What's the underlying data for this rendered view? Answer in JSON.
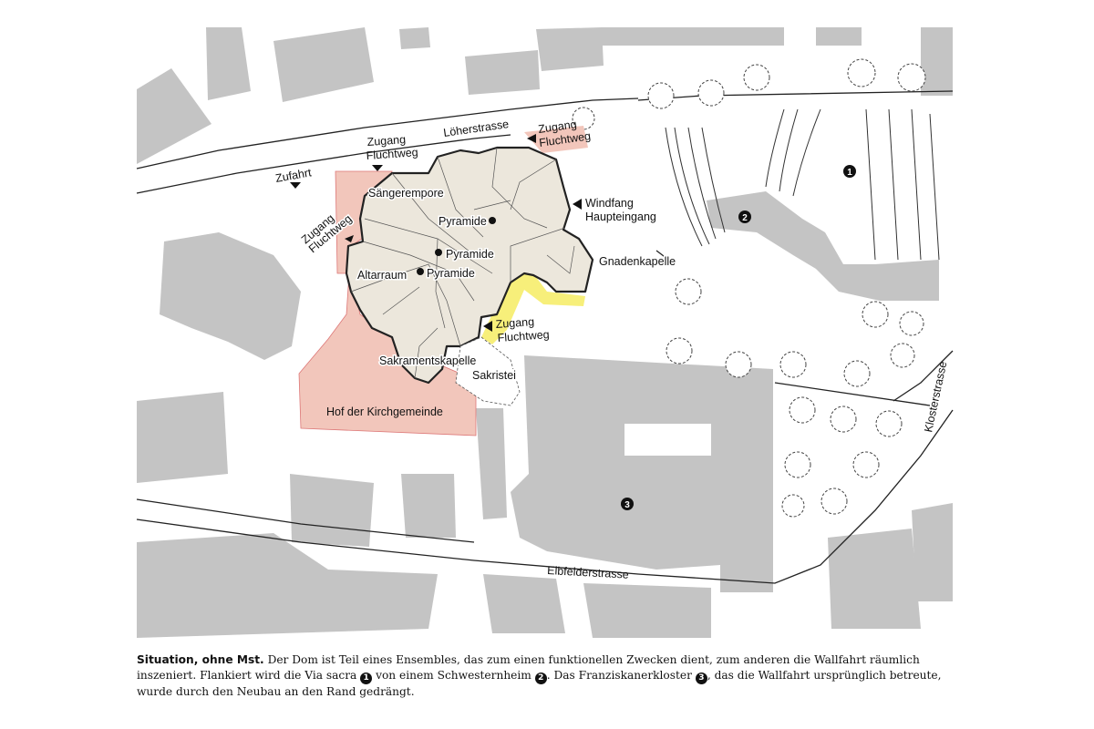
{
  "map": {
    "labels": {
      "loeherstrasse": "Löherstrasse",
      "zugang_fluchtweg_nw": [
        "Zugang",
        "Fluchtweg"
      ],
      "zugang_fluchtweg_ne": [
        "Zugang",
        "Fluchtweg"
      ],
      "zugang_fluchtweg_w": [
        "Zugang",
        "Fluchtweg"
      ],
      "zugang_fluchtweg_se": [
        "Zugang",
        "Fluchtweg"
      ],
      "zufahrt": "Zufahrt",
      "saengerempore": "Sängerempore",
      "pyramide_1": "Pyramide",
      "pyramide_2": "Pyramide",
      "pyramide_3": "Pyramide",
      "windfang": [
        "Windfang",
        "Haupteingang"
      ],
      "gnadenkapelle": "Gnadenkapelle",
      "altarraum": "Altarraum",
      "sakramentskapelle": "Sakramentskapelle",
      "sakristei": "Sakristei",
      "hof": "Hof der Kirchgemeinde",
      "klosterstrasse": "Klosterstrasse",
      "elbfelderstrasse": "Elbfelderstrasse"
    },
    "markers": [
      "1",
      "2",
      "3"
    ],
    "colors": {
      "building": "#c4c4c4",
      "church": "#ece7dc",
      "courtyard": "#f2c6bb",
      "escape_route": "#f7ef7a"
    }
  },
  "caption": {
    "title": "Situation, ohne Mst.",
    "part1": "Der Dom ist Teil eines Ensembles, das zum einen funktionellen Zwecken dient, zum anderen die Wallfahrt räumlich inszeniert. Flankiert wird die Via sacra",
    "n1": "1",
    "part2": "von einem Schwesternheim",
    "n2": "2",
    "part3": ". Das Franziskanerkloster",
    "n3": "3",
    "part4": ", das die Wallfahrt ursprünglich betreute, wurde durch den Neubau an den Rand gedrängt."
  }
}
